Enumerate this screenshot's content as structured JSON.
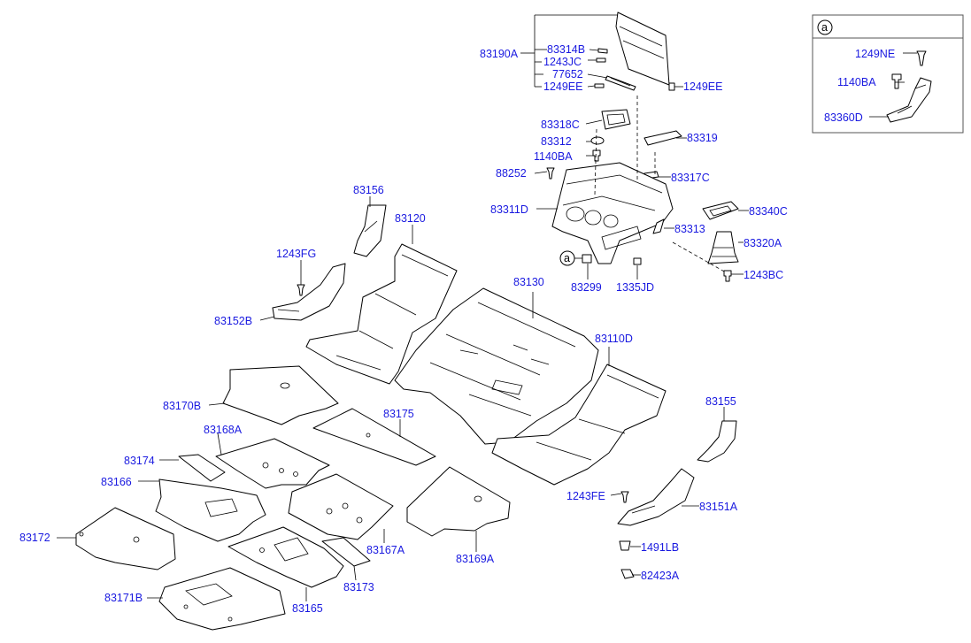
{
  "colors": {
    "label": "#1a1ae0",
    "line": "#000000",
    "background": "#ffffff"
  },
  "inset": {
    "marker": "a",
    "labels": [
      "1249NE",
      "1140BA",
      "83360D"
    ]
  },
  "callout_marker": "a",
  "labels": {
    "p83190A": "83190A",
    "p83314B": "83314B",
    "p1243JC": "1243JC",
    "p77652": "77652",
    "p1249EE_a": "1249EE",
    "p1249EE_b": "1249EE",
    "p83318C": "83318C",
    "p83312": "83312",
    "p1140BA": "1140BA",
    "p88252": "88252",
    "p83319": "83319",
    "p83317C": "83317C",
    "p83311D": "83311D",
    "p83340C": "83340C",
    "p83313": "83313",
    "p83320A": "83320A",
    "p83299": "83299",
    "p1335JD": "1335JD",
    "p1243BC": "1243BC",
    "p83156": "83156",
    "p83120": "83120",
    "p1243FG": "1243FG",
    "p83152B": "83152B",
    "p83130": "83130",
    "p83110D": "83110D",
    "p83170B": "83170B",
    "p83175": "83175",
    "p83168A": "83168A",
    "p83174": "83174",
    "p83166": "83166",
    "p83172": "83172",
    "p83167A": "83167A",
    "p83169A": "83169A",
    "p83173": "83173",
    "p83171B": "83171B",
    "p83165": "83165",
    "p83155": "83155",
    "p1243FE": "1243FE",
    "p83151A": "83151A",
    "p1491LB": "1491LB",
    "p82423A": "82423A"
  }
}
